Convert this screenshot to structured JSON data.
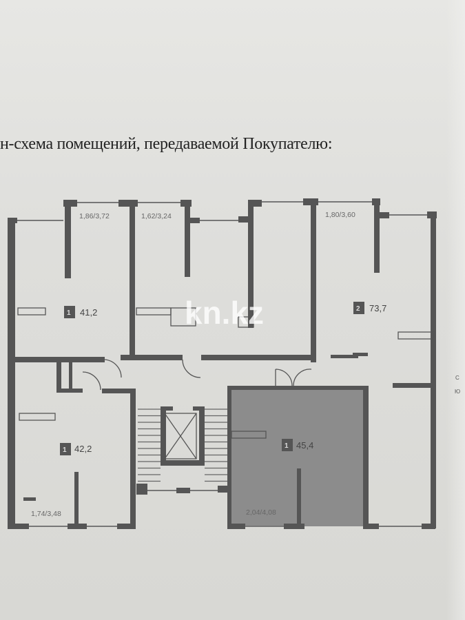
{
  "heading": "н-схема помещений, передаваемой Покупателю:",
  "watermark": "kn.kz",
  "rooms": [
    {
      "rooms_count": "1",
      "area": "41,2"
    },
    {
      "rooms_count": "2",
      "area": "73,7"
    },
    {
      "rooms_count": "1",
      "area": "42,2"
    },
    {
      "rooms_count": "1",
      "area": "45,4",
      "highlighted": true
    }
  ],
  "window_dims": [
    "1,86/3,72",
    "1,62/3,24",
    "1,80/3,60",
    "1,74/3,48",
    "2,04/4,08"
  ],
  "compass": {
    "north": "С",
    "south": "Ю"
  },
  "colors": {
    "walls": "#555555",
    "highlight": "#8c8c8c",
    "paper": "#dcdcd8"
  }
}
